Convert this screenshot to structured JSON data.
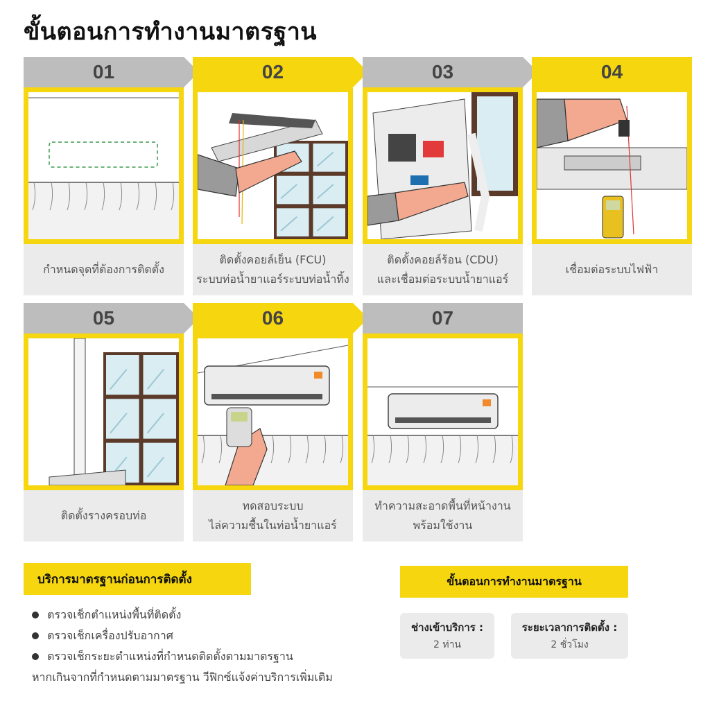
{
  "title": "ขั้นตอนการทำงานมาตรฐาน",
  "colors": {
    "accent": "#f5d60f",
    "gray_header": "#bdbdbd",
    "caption_bg": "#ebebeb"
  },
  "steps": [
    {
      "num": "01",
      "header": "gray",
      "art": "ceiling-mark-icon",
      "caption": [
        "กำหนดจุดที่ต้องการติดตั้ง"
      ]
    },
    {
      "num": "02",
      "header": "yellow",
      "art": "install-indoor-unit-icon",
      "caption": [
        "ติดตั้งคอยล์เย็น (FCU)",
        "ระบบท่อน้ำยาแอร์ระบบท่อน้ำทิ้ง"
      ]
    },
    {
      "num": "03",
      "header": "gray",
      "art": "install-outdoor-unit-icon",
      "caption": [
        "ติดตั้งคอยล์ร้อน (CDU)",
        "และเชื่อมต่อระบบน้ำยาแอร์"
      ]
    },
    {
      "num": "04",
      "header": "yellow",
      "art": "electrical-wiring-icon",
      "caption": [
        "เชื่อมต่อระบบไฟฟ้า"
      ]
    },
    {
      "num": "05",
      "header": "gray",
      "art": "pipe-cover-rail-icon",
      "caption": [
        "ติดตั้งรางครอบท่อ"
      ]
    },
    {
      "num": "06",
      "header": "yellow",
      "art": "remote-test-icon",
      "caption": [
        "ทดสอบระบบ",
        "ไล่ความชื้นในท่อน้ำยาแอร์"
      ]
    },
    {
      "num": "07",
      "header": "gray",
      "art": "clean-area-icon",
      "caption": [
        "ทำความสะอาดพื้นที่หน้างาน",
        "พร้อมใช้งาน"
      ]
    }
  ],
  "pre_service": {
    "title": "บริการมาตรฐานก่อนการติดตั้ง",
    "items": [
      [
        "ตรวจเช็กตำแหน่งพื้นที่ติดตั้ง"
      ],
      [
        "ตรวจเช็กเครื่องปรับอากาศ"
      ],
      [
        "ตรวจเช็กระยะตำแหน่งที่กำหนดติดตั้งตามมาตรฐาน",
        "หากเกินจากที่กำหนดตามมาตรฐาน วีฟิกซ์แจ้งค่าบริการเพิ่มเติม"
      ]
    ]
  },
  "service_box": {
    "title": "ขั้นตอนการทำงานมาตรฐาน",
    "cards": [
      {
        "label": "ช่างเข้าบริการ :",
        "value": "2 ท่าน"
      },
      {
        "label": "ระยะเวลาการติดตั้ง :",
        "value": "2 ชั่วโมง"
      }
    ]
  }
}
